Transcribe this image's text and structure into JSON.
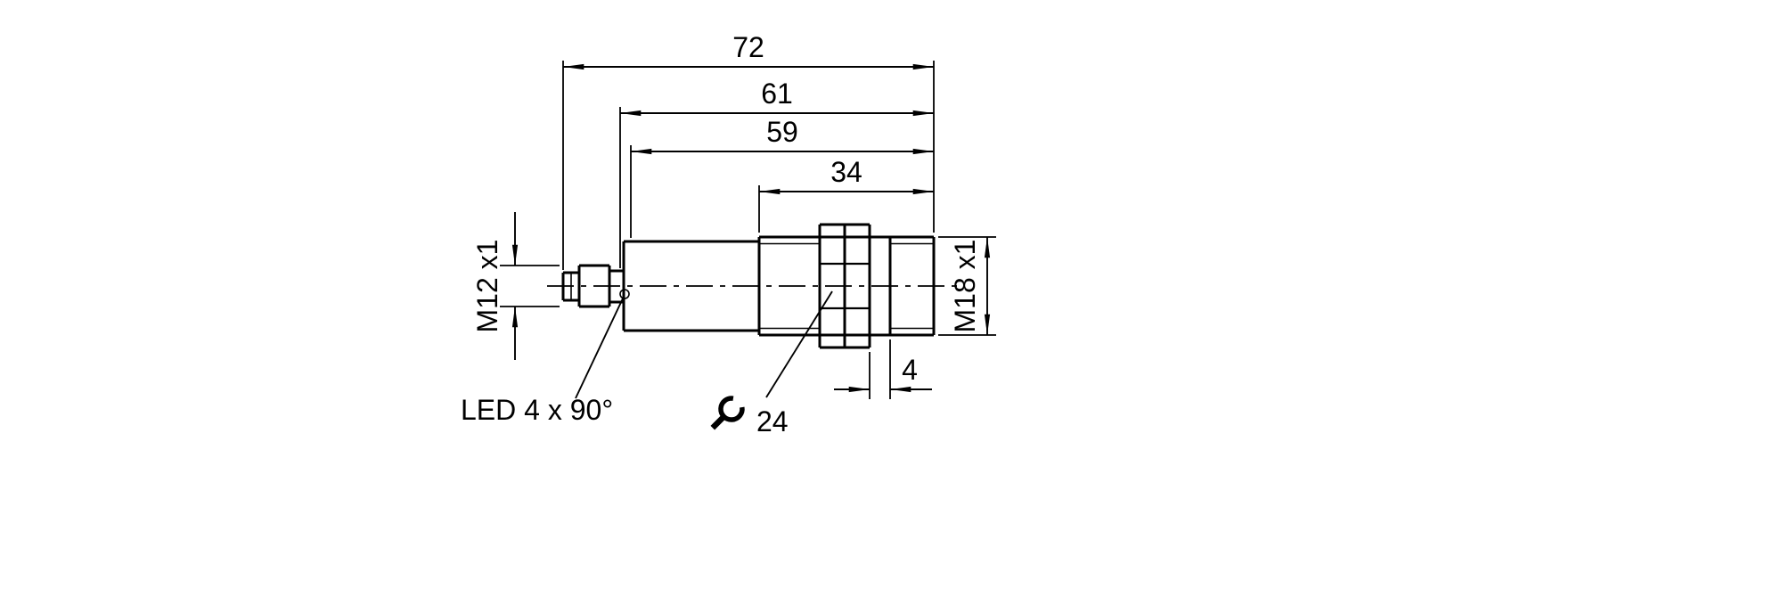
{
  "drawing": {
    "dimensions": {
      "overall_length": "72",
      "length_to_housing_rear": "61",
      "length_to_barrel_face": "59",
      "thread_length": "34",
      "groove_width": "4",
      "wrench_size": "24"
    },
    "labels": {
      "connector_thread": "M12 x1",
      "body_thread": "M18 x1",
      "led_note": "LED 4 x 90°"
    },
    "icons": {
      "wrench": "wrench-icon",
      "led_marker": "led-circle-icon"
    },
    "colors": {
      "line": "#000000",
      "background": "#ffffff"
    }
  }
}
